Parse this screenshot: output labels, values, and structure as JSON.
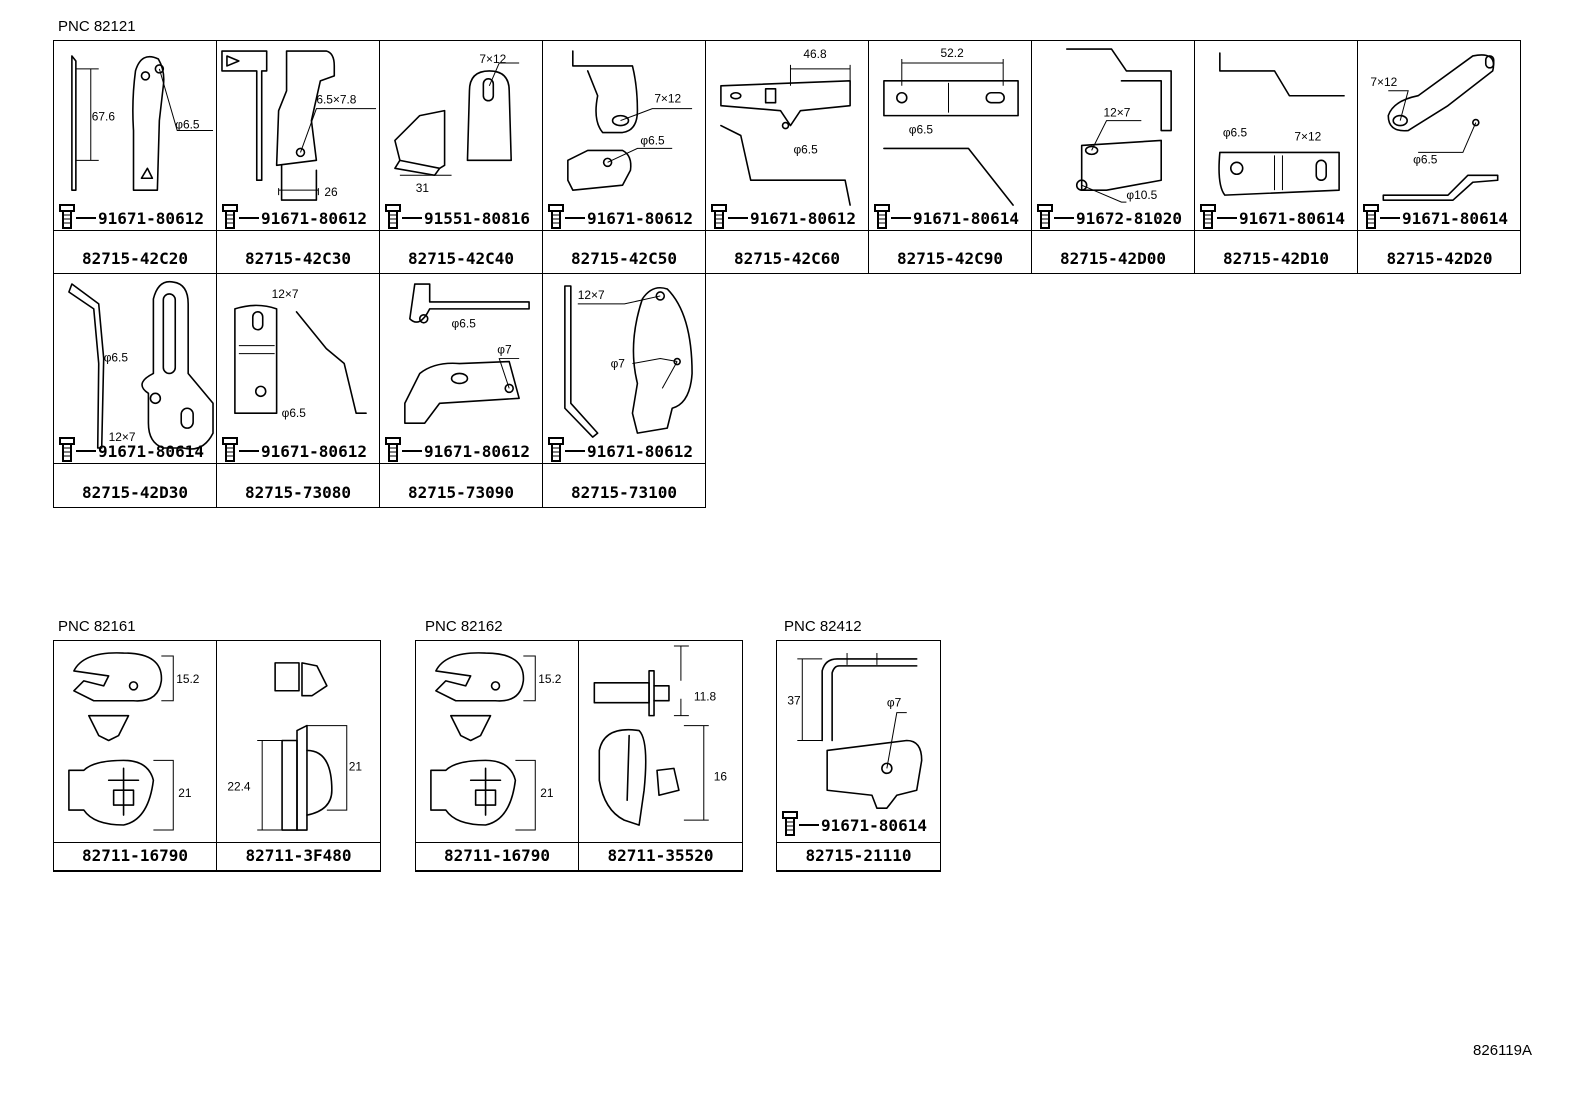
{
  "groups": [
    {
      "pnc": "PNC 82121"
    },
    {
      "pnc": "PNC 82161"
    },
    {
      "pnc": "PNC 82162"
    },
    {
      "pnc": "PNC 82412"
    }
  ],
  "brackets_82121": [
    {
      "part": "82715-42C20",
      "bolt": "91671-80612",
      "dims": [
        "67.6",
        "φ6.5"
      ]
    },
    {
      "part": "82715-42C30",
      "bolt": "91671-80612",
      "dims": [
        "6.5×7.8",
        "26"
      ]
    },
    {
      "part": "82715-42C40",
      "bolt": "91551-80816",
      "dims": [
        "7×12",
        "31"
      ]
    },
    {
      "part": "82715-42C50",
      "bolt": "91671-80612",
      "dims": [
        "7×12",
        "φ6.5"
      ]
    },
    {
      "part": "82715-42C60",
      "bolt": "91671-80612",
      "dims": [
        "46.8",
        "φ6.5"
      ]
    },
    {
      "part": "82715-42C90",
      "bolt": "91671-80614",
      "dims": [
        "52.2",
        "φ6.5"
      ]
    },
    {
      "part": "82715-42D00",
      "bolt": "91672-81020",
      "dims": [
        "12×7",
        "φ10.5"
      ]
    },
    {
      "part": "82715-42D10",
      "bolt": "91671-80614",
      "dims": [
        "φ6.5",
        "7×12"
      ]
    },
    {
      "part": "82715-42D20",
      "bolt": "91671-80614",
      "dims": [
        "7×12",
        "φ6.5"
      ]
    },
    {
      "part": "82715-42D30",
      "bolt": "91671-80614",
      "dims": [
        "φ6.5",
        "12×7"
      ]
    },
    {
      "part": "82715-73080",
      "bolt": "91671-80612",
      "dims": [
        "12×7",
        "φ6.5"
      ]
    },
    {
      "part": "82715-73090",
      "bolt": "91671-80612",
      "dims": [
        "φ6.5",
        "φ7"
      ]
    },
    {
      "part": "82715-73100",
      "bolt": "91671-80612",
      "dims": [
        "12×7",
        "φ7"
      ]
    }
  ],
  "clamps_82161": [
    {
      "part": "82711-16790",
      "dims": [
        "15.2",
        "21"
      ]
    },
    {
      "part": "82711-3F480",
      "dims": [
        "22.4",
        "21"
      ]
    }
  ],
  "clamps_82162": [
    {
      "part": "82711-16790",
      "dims": [
        "15.2",
        "21"
      ]
    },
    {
      "part": "82711-35520",
      "dims": [
        "11.8",
        "16"
      ]
    }
  ],
  "bracket_82412": {
    "part": "82715-21110",
    "bolt": "91671-80614",
    "dims": [
      "37",
      "φ7"
    ]
  },
  "reference": "826119A"
}
